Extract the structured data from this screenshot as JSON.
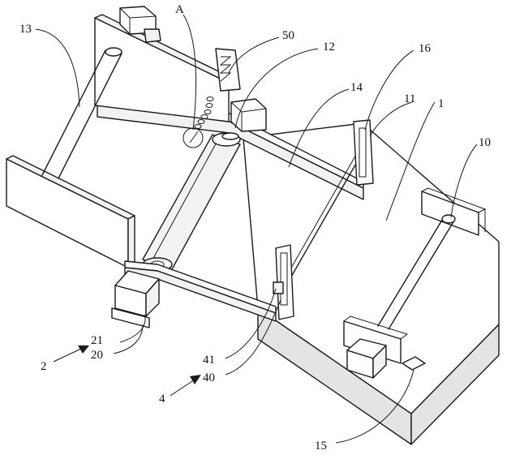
{
  "figure": {
    "labels": {
      "n1": "1",
      "n2": "2",
      "n4": "4",
      "n10": "10",
      "n11": "11",
      "n12": "12",
      "n13": "13",
      "n14": "14",
      "n15": "15",
      "n16": "16",
      "n20": "20",
      "n21": "21",
      "n40": "40",
      "n41": "41",
      "n50": "50",
      "nA": "A"
    }
  }
}
